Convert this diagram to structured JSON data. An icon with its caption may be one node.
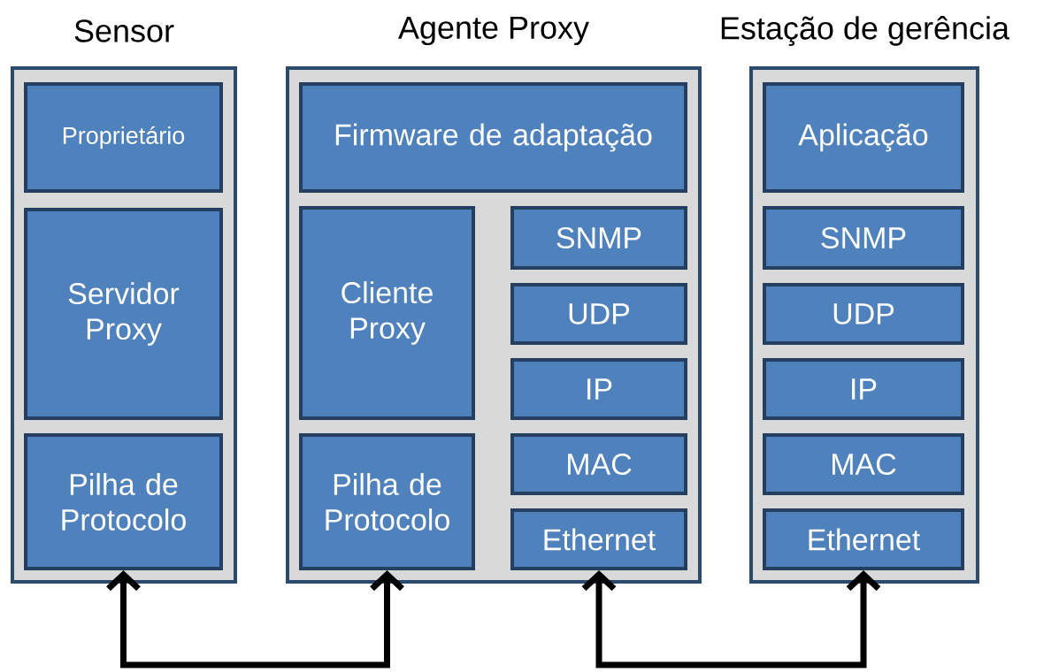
{
  "diagram": {
    "nodes": [
      {
        "text": [
          "Sensor"
        ]
      },
      {
        "text": [
          "Proprietário"
        ],
        "in": 0
      },
      {
        "text": [
          "Servidor Proxy"
        ],
        "in": 0
      },
      {
        "text": [
          "Pilha de Protocolo"
        ],
        "in": 0
      },
      {
        "text": [
          "Agente Proxy"
        ]
      },
      {
        "text": [
          "Firmware de adaptação"
        ],
        "in": 4
      },
      {
        "text": [
          "Cliente Proxy"
        ],
        "in": 4
      },
      {
        "text": [
          "Pilha de Protocolo"
        ],
        "in": 4
      },
      {
        "text": [
          "SNMP"
        ],
        "in": 4
      },
      {
        "text": [
          "UDP"
        ],
        "in": 4
      },
      {
        "text": [
          "IP"
        ],
        "in": 4
      },
      {
        "text": [
          "MAC"
        ],
        "in": 4
      },
      {
        "text": [
          "Ethernet"
        ],
        "in": 4
      },
      {
        "text": [
          "Estação de gerência"
        ]
      },
      {
        "text": [
          "Aplicação"
        ],
        "in": 13
      },
      {
        "text": [
          "SNMP"
        ],
        "in": 13
      },
      {
        "text": [
          "UDP"
        ],
        "in": 13
      },
      {
        "text": [
          "IP"
        ],
        "in": 13
      },
      {
        "text": [
          "MAC"
        ],
        "in": 13
      },
      {
        "text": [
          "Ethernet"
        ],
        "in": 13
      }
    ],
    "edges": [
      {
        "from": 3,
        "to": 7,
        "arrow": "both"
      },
      {
        "from": 12,
        "to": 19,
        "arrow": "both"
      }
    ]
  }
}
